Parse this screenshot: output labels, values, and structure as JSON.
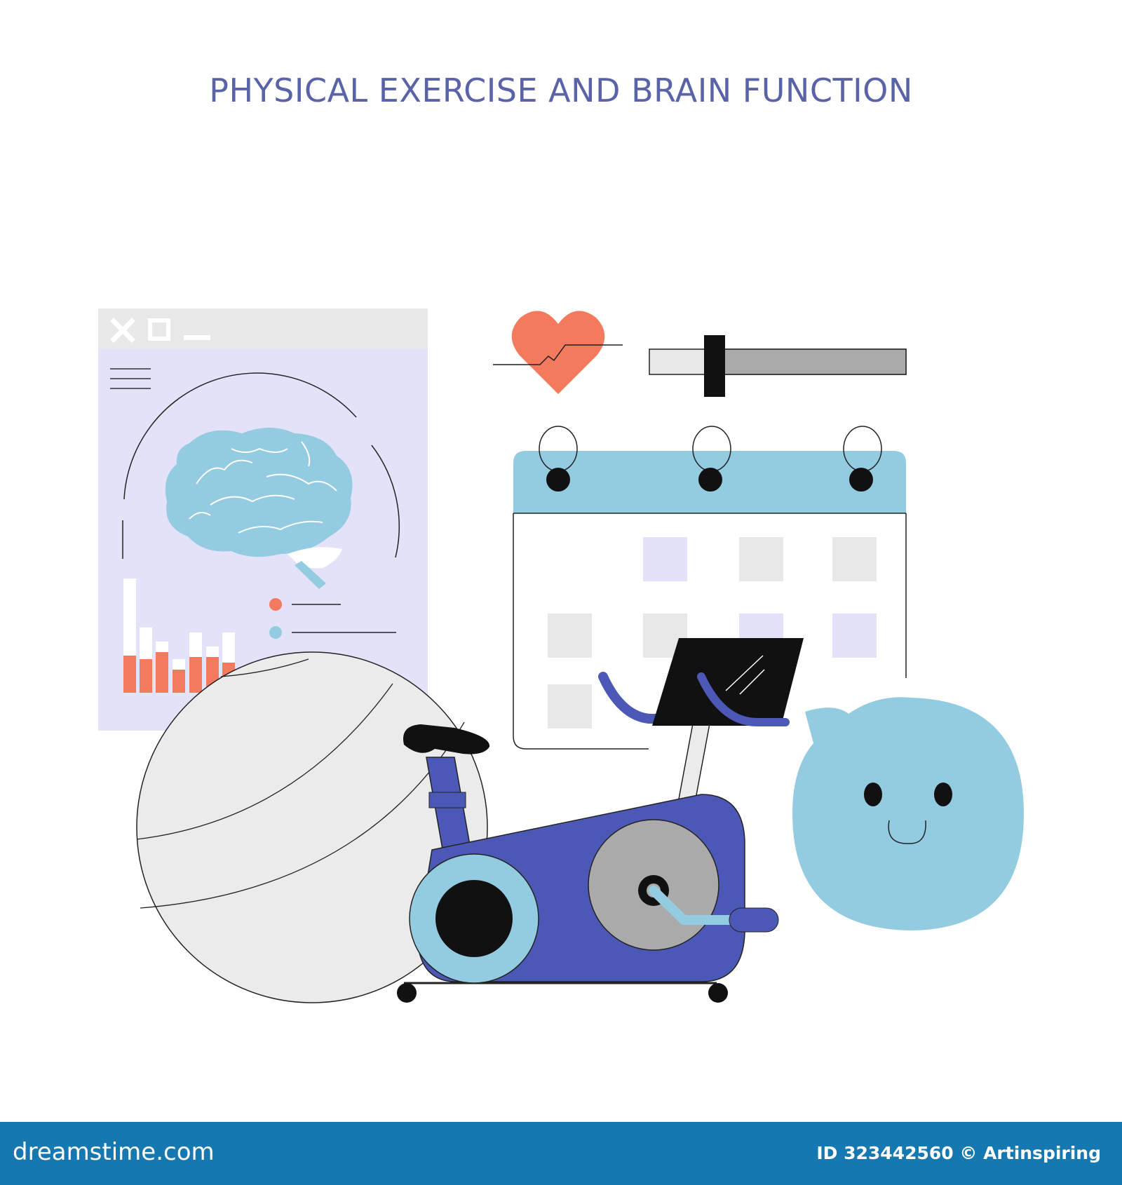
{
  "title": "PHYSICAL EXERCISE AND BRAIN FUNCTION",
  "footer": {
    "site": "dreamstime.com",
    "credit": "ID 323442560 © Artinspiring"
  },
  "icons": [
    "close-icon",
    "maximize-icon",
    "minimize-icon",
    "brain-icon",
    "heart-icon",
    "slider-icon",
    "calendar-icon",
    "exercise-ball-icon",
    "exercise-bike-icon",
    "smiley-bubble-icon"
  ],
  "colors": {
    "title": "#5a62a8",
    "panel": "#e3e2f8",
    "titlebar": "#e8e8e8",
    "brain": "#93cbe0",
    "heart": "#f47a5e",
    "bike": "#4c58b6",
    "calendar_header": "#93cbe0",
    "footer": "#1578b0"
  }
}
